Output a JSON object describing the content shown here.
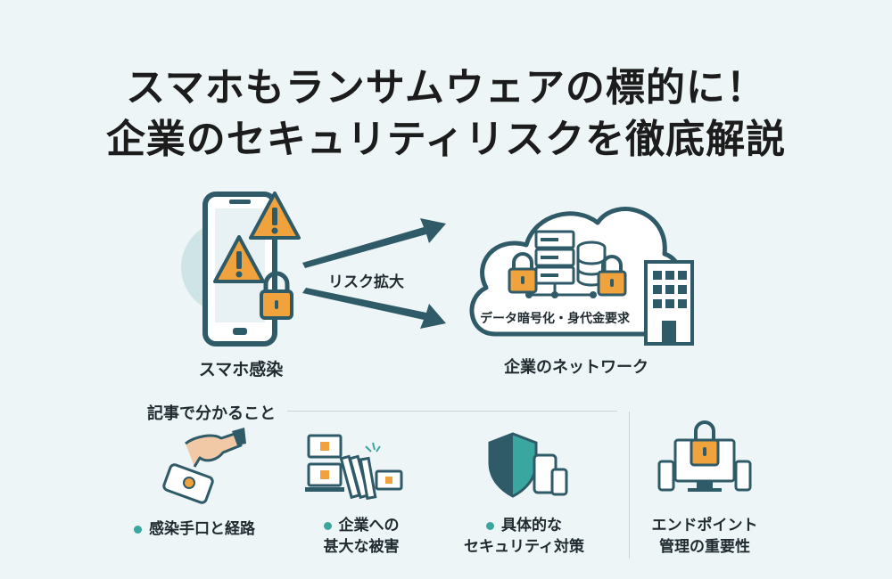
{
  "header": {
    "title_line1": "スマホもランサムウェアの標的に！",
    "title_line2": "企業のセキュリティリスクを徹底解説"
  },
  "diagram": {
    "phone_label": "スマホ感染",
    "arrow_label": "リスク拡大",
    "cloud_caption": "データ暗号化・身代金要求",
    "network_label": "企業のネットワーク"
  },
  "section": {
    "heading": "記事で分かること",
    "items": [
      {
        "line1": "感染手口と経路",
        "line2": "",
        "icon": "infected-phone-hand-icon",
        "bullet": true
      },
      {
        "line1": "企業への",
        "line2": "甚大な被害",
        "icon": "locked-computers-icon",
        "bullet": true
      },
      {
        "line1": "具体的な",
        "line2": "セキュリティ対策",
        "icon": "shield-devices-icon",
        "bullet": true
      },
      {
        "line1": "エンドポイント",
        "line2": "管理の重要性",
        "icon": "endpoint-lock-devices-icon",
        "bullet": false
      }
    ]
  },
  "colors": {
    "teal_dark": "#2f5a68",
    "teal": "#3aa6a0",
    "warning_orange": "#f0a23c",
    "lock_orange": "#f0a23c",
    "background": "#eef5f6"
  }
}
